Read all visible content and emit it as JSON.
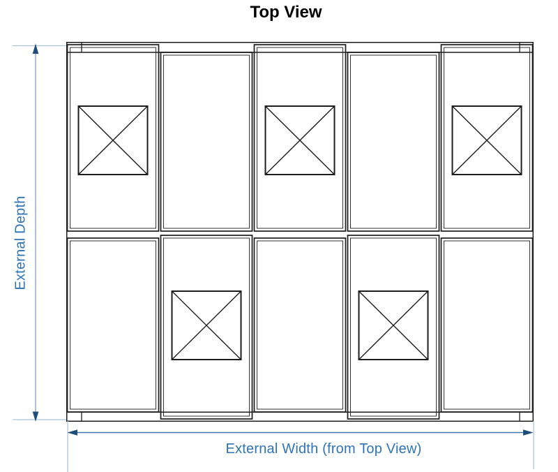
{
  "title": "Top View",
  "dimensions": {
    "depth_label": "External Depth",
    "width_label": "External Width (from Top View)"
  },
  "colors": {
    "structure_line": "#1c1c1c",
    "ext_line": "#aac3db",
    "vdim_line": "#7d9fc4",
    "hdim_line": "#3f76ae",
    "arrow": "#1e4e79",
    "label_text": "#2e74b5",
    "title_text": "#000000"
  },
  "grid": {
    "columns": 5,
    "rows": [
      {
        "name": "top-row",
        "fans": [
          true,
          false,
          true,
          false,
          true
        ]
      },
      {
        "name": "bottom-row",
        "fans": [
          false,
          true,
          false,
          true,
          false
        ]
      }
    ]
  }
}
